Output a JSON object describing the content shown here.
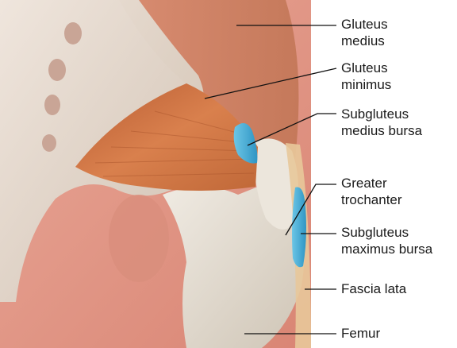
{
  "labels": {
    "gluteus_medius": [
      "Gluteus",
      "medius"
    ],
    "gluteus_minimus": [
      "Gluteus",
      "minimus"
    ],
    "subgluteus_medius_bursa": [
      "Subgluteus",
      "medius bursa"
    ],
    "greater_trochanter": [
      "Greater",
      "trochanter"
    ],
    "subgluteus_maximus_bursa": [
      "Subgluteus",
      "maximus bursa"
    ],
    "fascia_lata": "Fascia lata",
    "femur": "Femur"
  },
  "colors": {
    "skin": "#d98e7d",
    "muscle": "#c9703f",
    "bone": "#e4ddd2",
    "bursa": "#4fb3d8",
    "fascia": "#e8c89a",
    "leader_line": "#111111"
  }
}
